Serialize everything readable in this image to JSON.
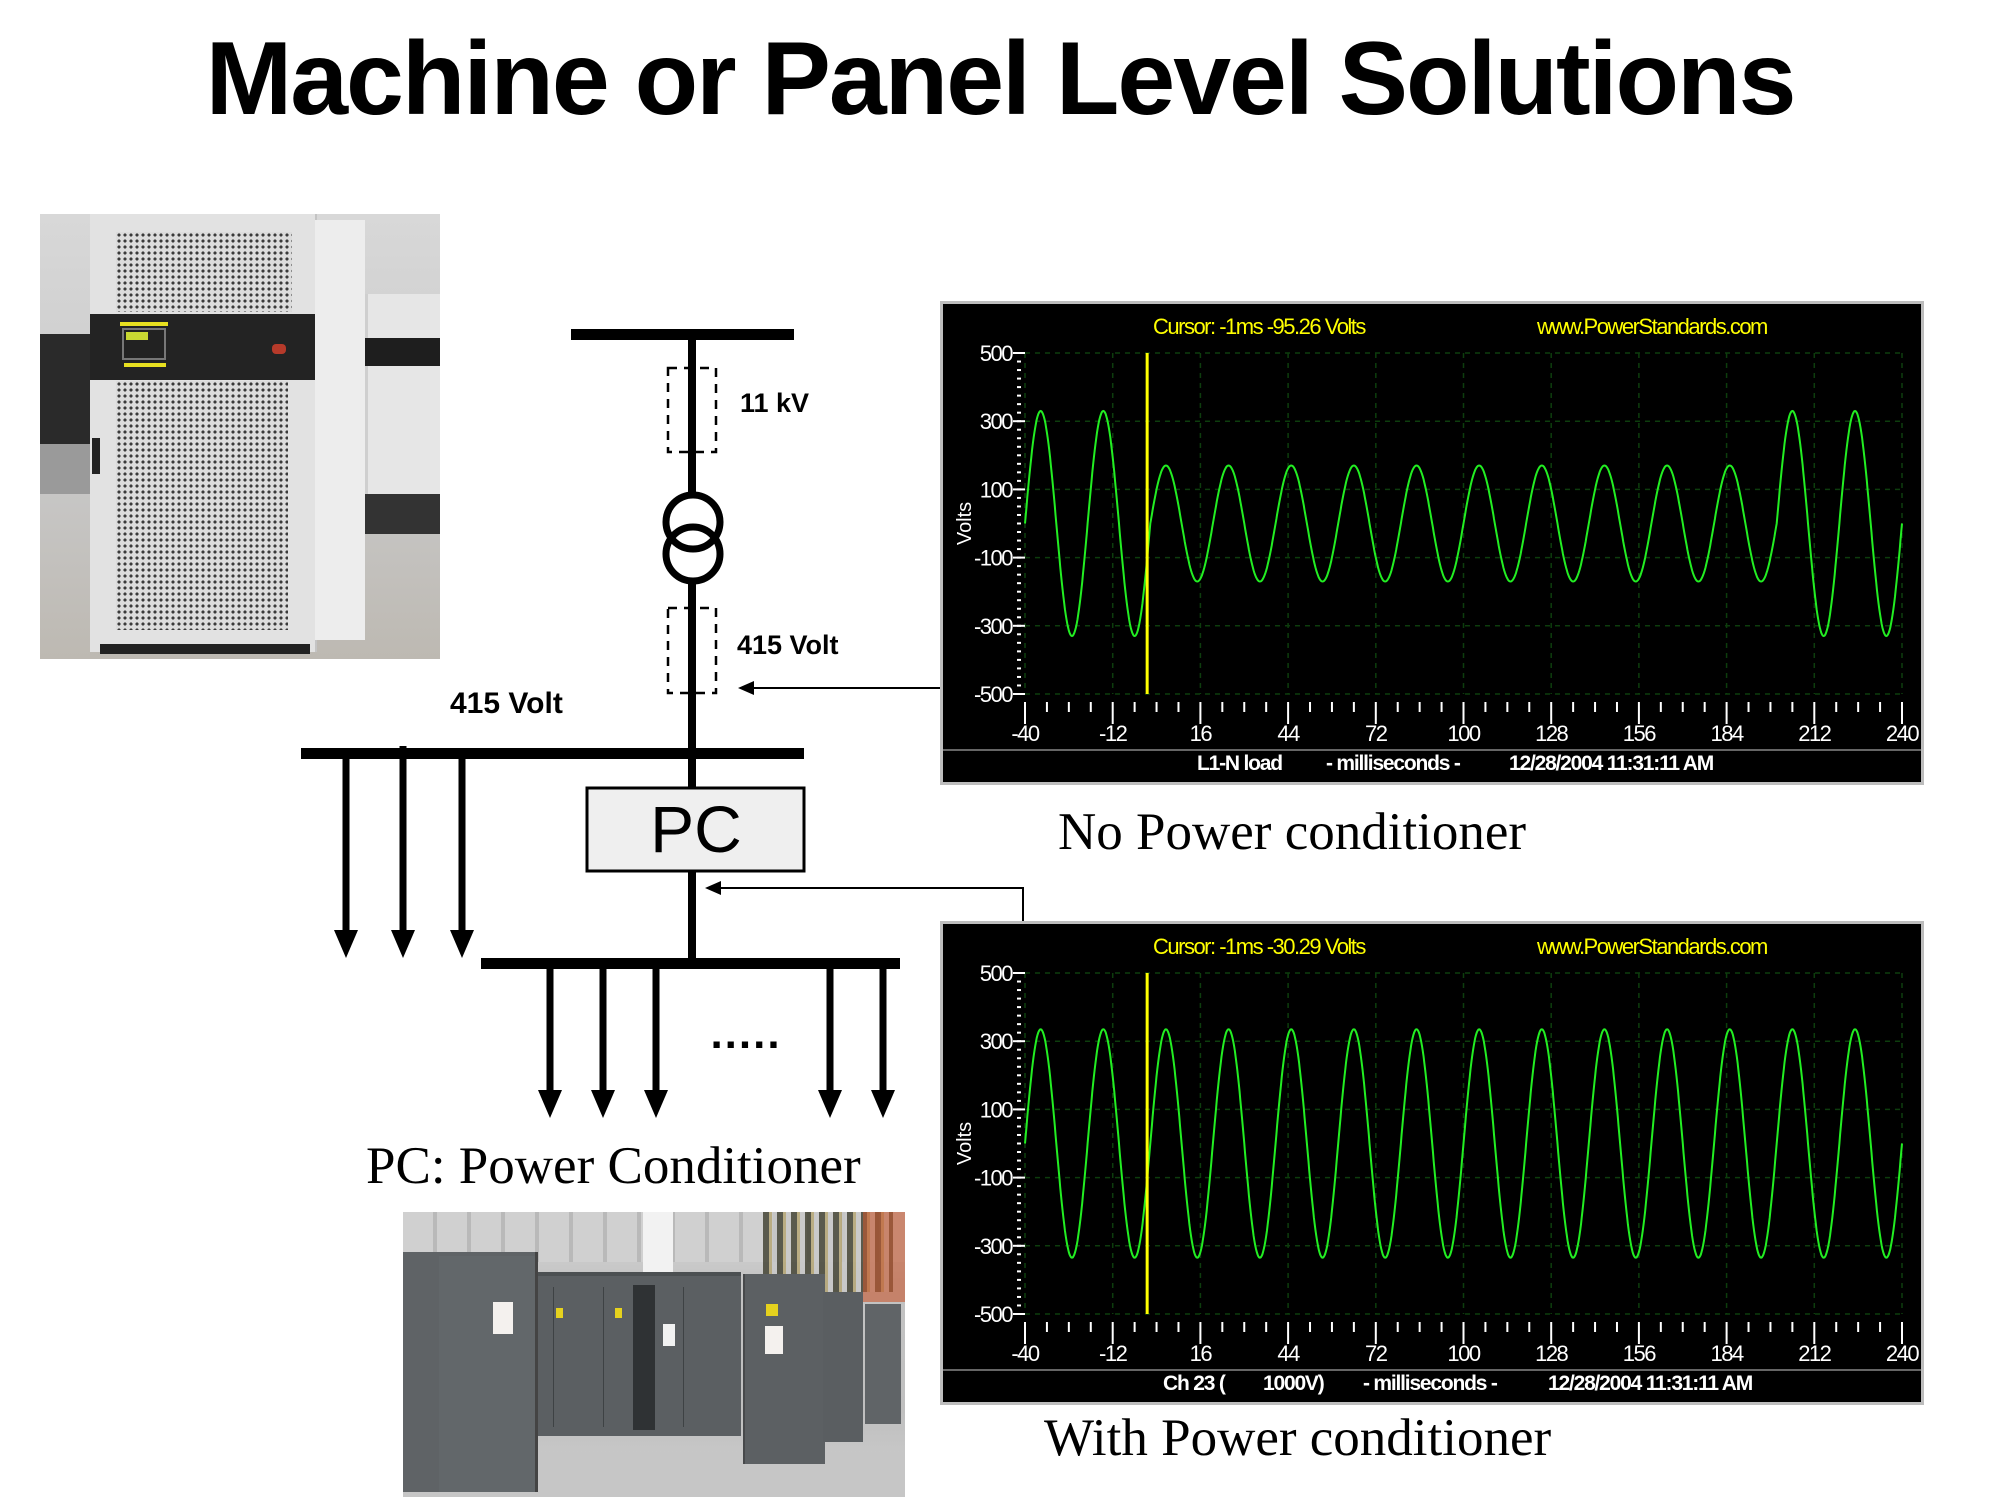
{
  "title": "Machine or Panel Level Solutions",
  "diagram": {
    "hv_label": "11 kV",
    "lv_label_transformer": "415 Volt",
    "lv_label_bus": "415 Volt",
    "pc_box_label": "PC",
    "ellipsis": ".....",
    "legend": "PC: Power Conditioner"
  },
  "captions": {
    "no_pc": "No Power conditioner",
    "with_pc": "With Power conditioner"
  },
  "chart_data": [
    {
      "type": "line",
      "title": "No Power conditioner",
      "cursor_text": "Cursor:  -1ms  -95.26 Volts",
      "url": "www.PowerStandards.com",
      "ylabel": "Volts",
      "xlabel": "- milliseconds -",
      "footer_parts": [
        "L1-N load",
        "- milliseconds -",
        "12/28/2004 11:31:11 AM"
      ],
      "xlim": [
        -40,
        240
      ],
      "ylim": [
        -500,
        500
      ],
      "x_ticks": [
        "-40",
        "-12",
        "16",
        "44",
        "72",
        "100",
        "128",
        "156",
        "184",
        "212",
        "240"
      ],
      "y_ticks": [
        "500",
        "300",
        "100",
        "-100",
        "-300",
        "-500"
      ],
      "grid": true,
      "cursor_ms": -1,
      "cursor_value": -95.26,
      "line_color": "#22ee22",
      "cursor_color": "#ffff00",
      "waveform": {
        "frequency_hz": 50,
        "rising_zero_ms": 0,
        "segments": [
          {
            "from_ms": -40,
            "to_ms": 0,
            "amplitude_v": 330
          },
          {
            "from_ms": 0,
            "to_ms": 200,
            "amplitude_v": 170
          },
          {
            "from_ms": 200,
            "to_ms": 240,
            "amplitude_v": 330
          }
        ]
      }
    },
    {
      "type": "line",
      "title": "With Power conditioner",
      "cursor_text": "Cursor:  -1ms  -30.29 Volts",
      "url": "www.PowerStandards.com",
      "ylabel": "Volts",
      "xlabel": "- milliseconds -",
      "footer_parts": [
        "Ch 23 (",
        "1000V)",
        "- milliseconds -",
        "12/28/2004 11:31:11 AM"
      ],
      "xlim": [
        -40,
        240
      ],
      "ylim": [
        -500,
        500
      ],
      "x_ticks": [
        "-40",
        "-12",
        "16",
        "44",
        "72",
        "100",
        "128",
        "156",
        "184",
        "212",
        "240"
      ],
      "y_ticks": [
        "500",
        "300",
        "100",
        "-100",
        "-300",
        "-500"
      ],
      "grid": true,
      "cursor_ms": -1,
      "cursor_value": -30.29,
      "line_color": "#22ee22",
      "cursor_color": "#ffff00",
      "waveform": {
        "frequency_hz": 50,
        "rising_zero_ms": 0,
        "segments": [
          {
            "from_ms": -40,
            "to_ms": 240,
            "amplitude_v": 335
          }
        ]
      }
    }
  ]
}
